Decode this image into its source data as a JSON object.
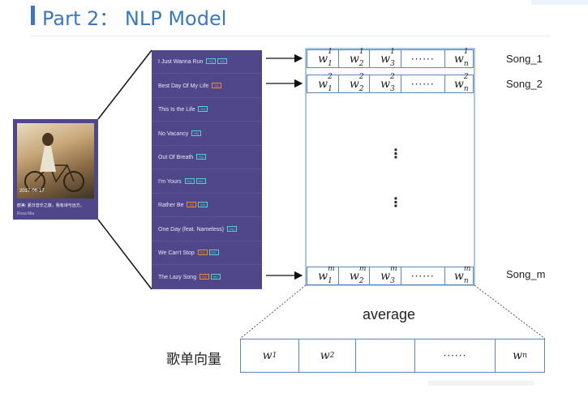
{
  "header": {
    "title": "Part 2： NLP Model"
  },
  "thumbnail": {
    "date": "2017-06-17",
    "caption": "欧美: 夏日音乐之旅，我有诗与远方。",
    "user": "Rosa Mia"
  },
  "songs": [
    {
      "title": "I Just Wanna Run",
      "badges": [
        "HQ",
        "MV"
      ]
    },
    {
      "title": "Best Day Of My Life",
      "badges": [
        "SQ"
      ]
    },
    {
      "title": "This Is the Life",
      "badges": [
        "HQ"
      ]
    },
    {
      "title": "No Vacancy",
      "badges": [
        "HQ"
      ]
    },
    {
      "title": "Out Of Breath",
      "badges": [
        "HQ"
      ]
    },
    {
      "title": "I'm Yours",
      "badges": [
        "HQ",
        "MV"
      ]
    },
    {
      "title": "Rather Be",
      "badges": [
        "SQ",
        "MV"
      ]
    },
    {
      "title": "One Day (feat. Nameless)",
      "badges": [
        "HQ"
      ]
    },
    {
      "title": "We Can't Stop",
      "badges": [
        "SQ",
        "MV"
      ]
    },
    {
      "title": "The Lazy Song",
      "badges": [
        "SQ",
        "MV"
      ]
    }
  ],
  "word_vectors": [
    {
      "label": "Song_1",
      "sup": "1"
    },
    {
      "label": "Song_2",
      "sup": "2"
    },
    {
      "label": "Song_m",
      "sup": "m"
    }
  ],
  "word_symbol": "w",
  "subscripts": [
    "1",
    "2",
    "3",
    "n"
  ],
  "ellipsis": "······",
  "vertical_dots": "⋮",
  "average_label": "average",
  "playlist_vector": {
    "label": "歌单向量",
    "cells": [
      {
        "sym": "w",
        "sub": "1"
      },
      {
        "sym": "w",
        "sub": "2"
      },
      {
        "sym": "",
        "sub": ""
      },
      {
        "sym": "······",
        "sub": ""
      },
      {
        "sym": "w",
        "sub": "n"
      }
    ]
  },
  "colors": {
    "accent": "#3b78c4",
    "list_bg": "#4f4789",
    "vector_border": "#5b88c3",
    "badge_hq": "#4fd3d3",
    "badge_sq": "#f08a2a"
  }
}
